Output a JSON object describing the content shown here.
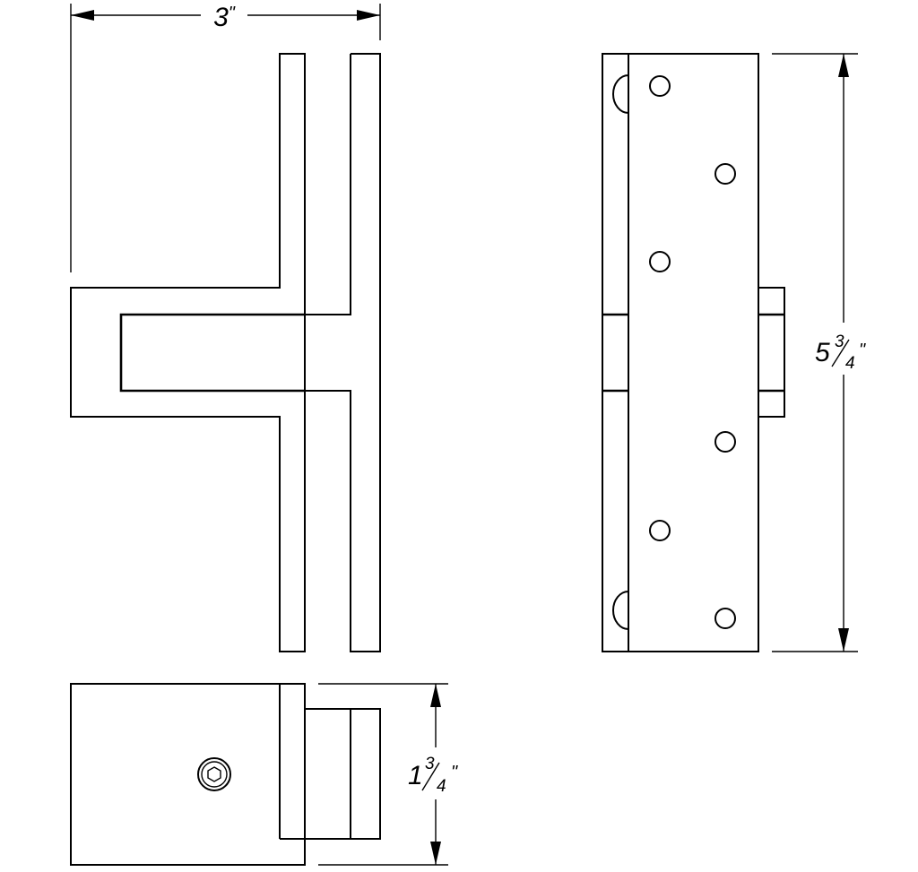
{
  "colors": {
    "line": "#000000",
    "background": "#ffffff"
  },
  "dimensions": {
    "width": {
      "whole": "3",
      "unit": "\""
    },
    "height": {
      "whole": "5",
      "num": "3",
      "den": "4",
      "unit": "\""
    },
    "depth": {
      "whole": "1",
      "num": "3",
      "den": "4",
      "unit": "\""
    }
  },
  "icons": {
    "set_screw": "hex-socket-screw-icon"
  }
}
